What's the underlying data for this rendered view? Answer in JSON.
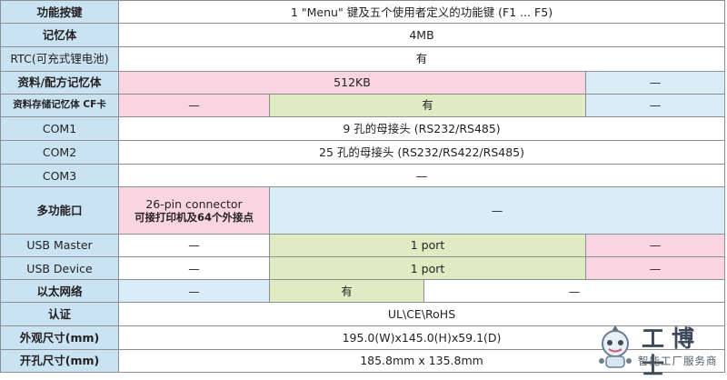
{
  "rows": [
    {
      "label": "功能按键",
      "cells": [
        "1 \"Menu\"  键及五个使用者定义的功能键 (F1 ... F5)"
      ]
    },
    {
      "label": "记忆体",
      "cells": [
        "4MB"
      ]
    },
    {
      "label": "RTC(可充式锂电池)",
      "cells": [
        "有"
      ]
    },
    {
      "label": "资料/配方记忆体",
      "cells": [
        "512KB",
        "—"
      ]
    },
    {
      "label": "资料存储记忆体 CF卡",
      "cells": [
        "—",
        "有",
        "—"
      ]
    },
    {
      "label": "COM1",
      "cells": [
        "9 孔的母接头 (RS232/RS485)"
      ]
    },
    {
      "label": "COM2",
      "cells": [
        "25 孔的母接头 (RS232/RS422/RS485)"
      ]
    },
    {
      "label": "COM3",
      "cells": [
        "—"
      ]
    },
    {
      "label": "多功能口",
      "cells": [
        {
          "line1": "26-pin connector",
          "line2": "可接打印机及64个外接点"
        },
        "—"
      ]
    },
    {
      "label": "USB Master",
      "cells": [
        "—",
        "1 port",
        "—"
      ]
    },
    {
      "label": "USB Device",
      "cells": [
        "—",
        "1 port",
        "—"
      ]
    },
    {
      "label": "以太网络",
      "cells": [
        "—",
        "有",
        "—"
      ]
    },
    {
      "label": "认证",
      "cells": [
        "UL\\CE\\RoHS"
      ]
    },
    {
      "label": "外观尺寸(mm)",
      "cells": [
        "195.0(W)x145.0(H)x59.1(D)"
      ]
    },
    {
      "label": "开孔尺寸(mm)",
      "cells": [
        "185.8mm x 135.8mm"
      ]
    }
  ],
  "watermark": {
    "title": "工博士",
    "subtitle": "智能工厂服务商",
    "icon": "robot-mascot-icon"
  },
  "colors": {
    "label_bg": "#c9e3f2",
    "pink": "#f9d5e2",
    "green": "#e0ebc4",
    "light_blue": "#d9edf6",
    "border": "#8a8f96"
  }
}
